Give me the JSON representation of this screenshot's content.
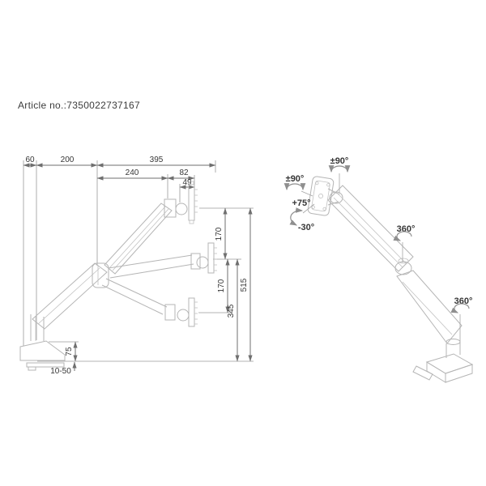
{
  "article": {
    "label": "Article no.:7350022737167"
  },
  "side_view": {
    "description": "side elevation of gas-spring monitor desk mount with millimetre dimensions, shown in raised, middle and lowered positions",
    "dims": {
      "base_depth": "60",
      "lower_arm_reach": "200",
      "total_reach": "395",
      "upper_arm_reach": "240",
      "head_depth": "82",
      "vesa_offset": "49",
      "travel_upper": "170",
      "travel_lower": "170",
      "height_mid": "345",
      "height_max": "515",
      "clamp_height": "75",
      "desk_thickness_range": "10-50"
    }
  },
  "iso_view": {
    "description": "isometric view of the monitor arm with rotation ranges",
    "angles": {
      "screen_rotation": "±90°",
      "head_swivel": "±90°",
      "tilt_up": "+75°",
      "tilt_down": "-30°",
      "elbow_rotation": "360°",
      "base_rotation": "360°"
    }
  },
  "colors": {
    "background": "#ffffff",
    "line_art": "#b5b5b5",
    "dimension_lines": "#6f6f6f",
    "text": "#363636"
  }
}
